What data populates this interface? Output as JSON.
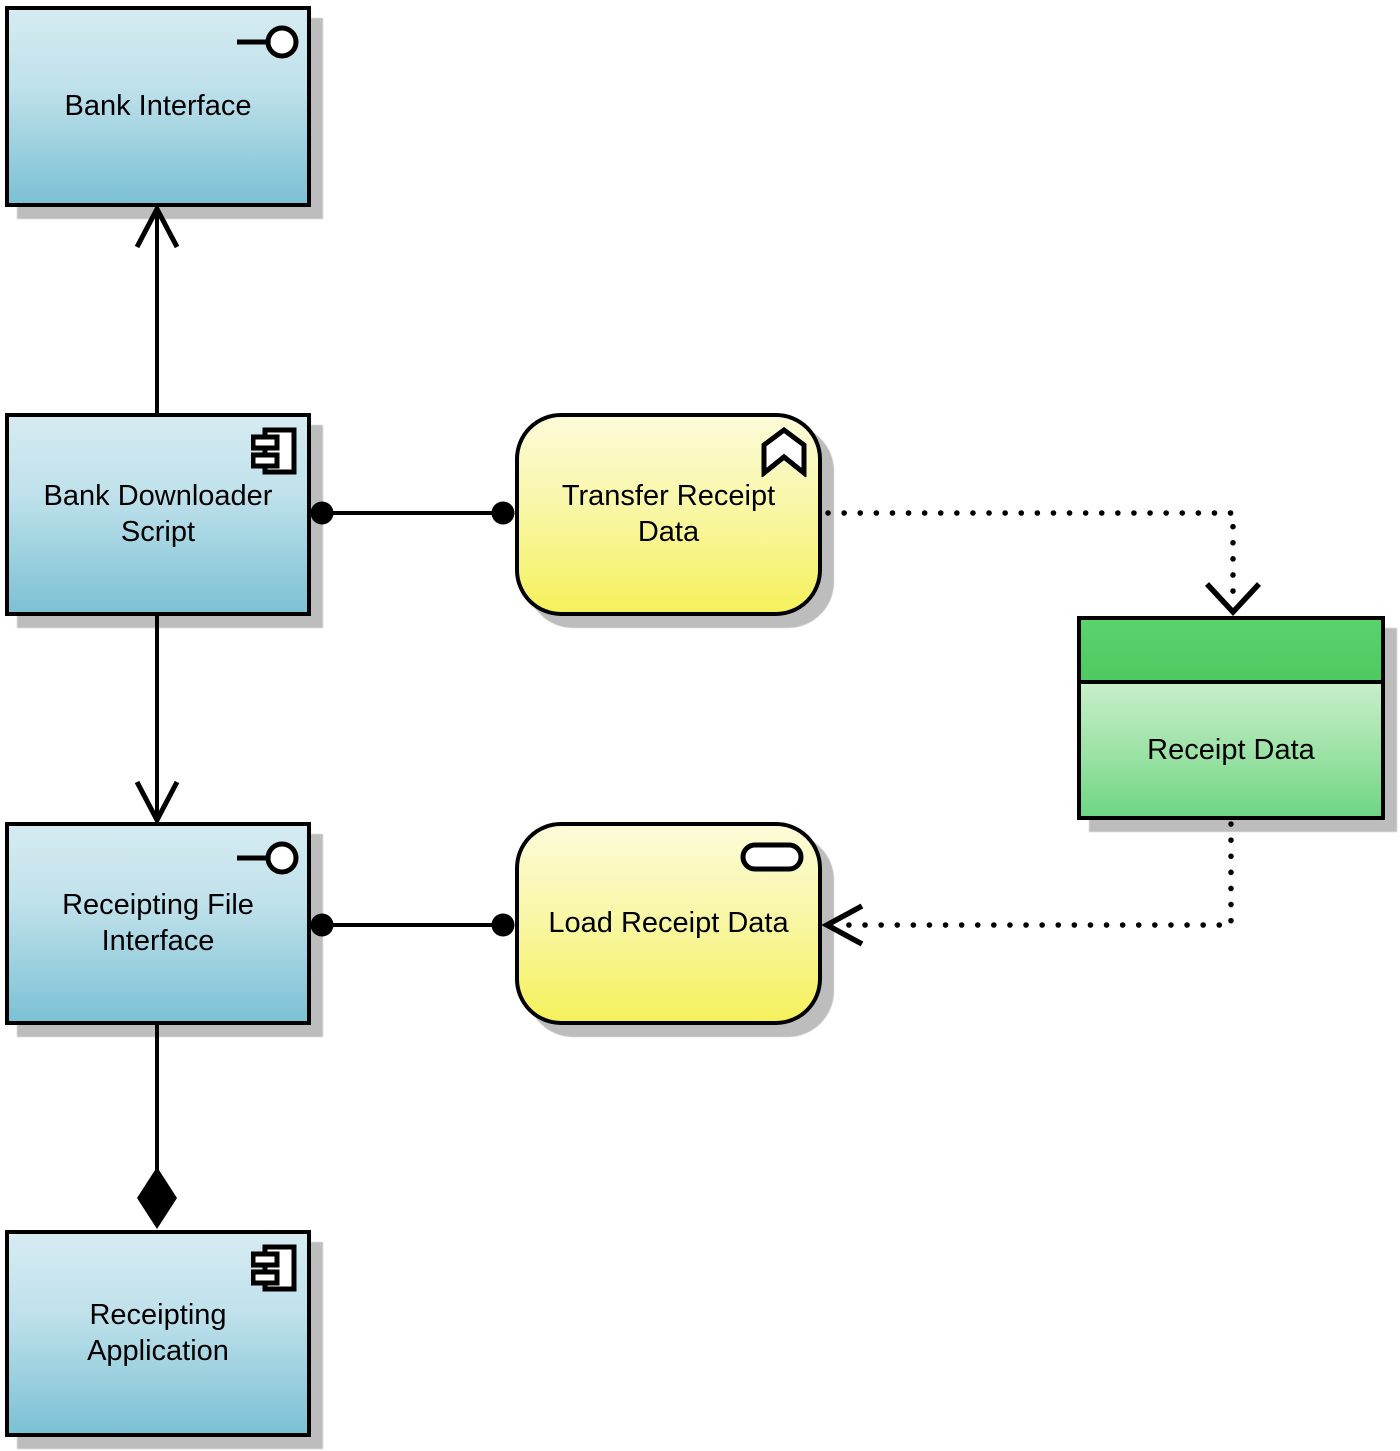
{
  "nodes": {
    "bank_interface": {
      "label": "Bank Interface",
      "element_type": "interface",
      "icon": "lollipop-interface-icon",
      "fill": "blue"
    },
    "bank_downloader_script": {
      "label": "Bank Downloader Script",
      "element_type": "component",
      "icon": "component-icon",
      "fill": "blue"
    },
    "transfer_receipt_data": {
      "label": "Transfer Receipt Data",
      "element_type": "process",
      "icon": "chevron-process-icon",
      "fill": "yellow"
    },
    "receipt_data": {
      "label": "Receipt Data",
      "element_type": "data-object",
      "icon": "none",
      "fill": "green"
    },
    "receipting_file_interface": {
      "label": "Receipting File Interface",
      "element_type": "interface",
      "icon": "lollipop-interface-icon",
      "fill": "blue"
    },
    "load_receipt_data": {
      "label": "Load Receipt Data",
      "element_type": "service",
      "icon": "rounded-service-icon",
      "fill": "yellow"
    },
    "receipting_application": {
      "label": "Receipting Application",
      "element_type": "component",
      "icon": "component-icon",
      "fill": "blue"
    }
  },
  "relationships": [
    {
      "from": "Bank Downloader Script",
      "to": "Bank Interface",
      "line": "solid",
      "terminal": "open-arrowhead"
    },
    {
      "from": "Bank Downloader Script",
      "to": "Transfer Receipt Data",
      "line": "solid",
      "terminal": "filled-ball-both-ends"
    },
    {
      "from": "Transfer Receipt Data",
      "to": "Receipt Data",
      "line": "dotted",
      "terminal": "open-arrowhead"
    },
    {
      "from": "Bank Downloader Script",
      "to": "Receipting File Interface",
      "line": "solid",
      "terminal": "open-arrowhead"
    },
    {
      "from": "Receipting File Interface",
      "to": "Load Receipt Data",
      "line": "solid",
      "terminal": "filled-ball-both-ends"
    },
    {
      "from": "Receipt Data",
      "to": "Load Receipt Data",
      "line": "dotted",
      "terminal": "open-arrowhead"
    },
    {
      "from": "Receipting File Interface",
      "to": "Receipting Application",
      "line": "solid",
      "terminal": "filled-diamond"
    }
  ],
  "colors": {
    "background": "#ffffff",
    "node_border": "#000000",
    "connector": "#000000",
    "blue_gradient_top": "#d6ebf2",
    "blue_gradient_bottom": "#7cc1d4",
    "yellow_gradient_top": "#fcfbd8",
    "yellow_gradient_bottom": "#f5f15c",
    "green_header": "#4fc962",
    "green_body_top": "#c8eec9",
    "green_body_bottom": "#6fd584",
    "shadow": "#bdbdbd"
  }
}
